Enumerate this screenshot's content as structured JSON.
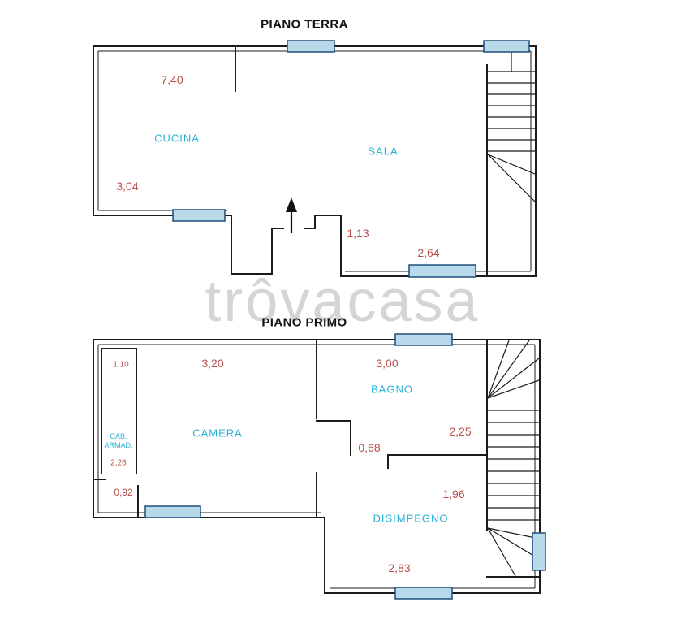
{
  "watermark": "trôvacasa",
  "colors": {
    "wall": "#1b1b1b",
    "measure_text": "#b8504c",
    "room_text": "#29b2d6",
    "window_fill": "#b8d9ea",
    "window_border": "#1f4e79",
    "watermark_text": "#b2b2b2"
  },
  "floors": [
    {
      "title": "PIANO TERRA",
      "rooms": [
        {
          "name": "cucina",
          "label": "CUCINA"
        },
        {
          "name": "sala",
          "label": "SALA"
        }
      ],
      "measures": [
        {
          "value": "7,40"
        },
        {
          "value": "3,04"
        },
        {
          "value": "1,13"
        },
        {
          "value": "2,64"
        }
      ]
    },
    {
      "title": "PIANO PRIMO",
      "rooms": [
        {
          "name": "camera",
          "label": "CAMERA"
        },
        {
          "name": "bagno",
          "label": "BAGNO"
        },
        {
          "name": "disimpegno",
          "label": "DISIMPEGNO"
        },
        {
          "name": "cabina-armadio",
          "label": "CAB. ARMAD."
        }
      ],
      "measures": [
        {
          "value": "1,10"
        },
        {
          "value": "3,20"
        },
        {
          "value": "3,00"
        },
        {
          "value": "2,26"
        },
        {
          "value": "2,25"
        },
        {
          "value": "0,68"
        },
        {
          "value": "0,92"
        },
        {
          "value": "1,96"
        },
        {
          "value": "2,83"
        }
      ]
    }
  ]
}
